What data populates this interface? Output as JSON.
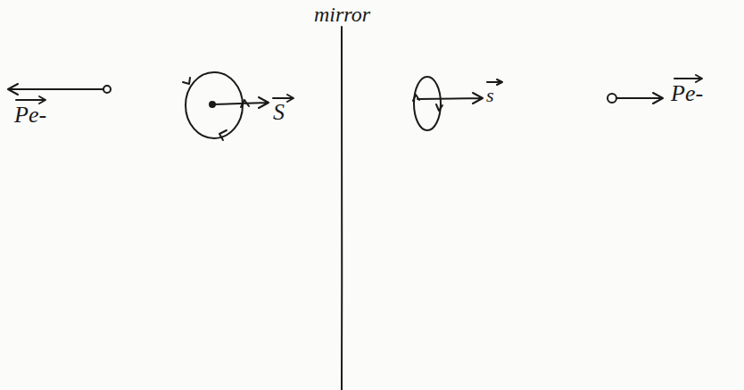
{
  "diagram": {
    "labels": [
      "mirror",
      "Pe-",
      "S",
      "s",
      "Pe-"
    ]
  }
}
